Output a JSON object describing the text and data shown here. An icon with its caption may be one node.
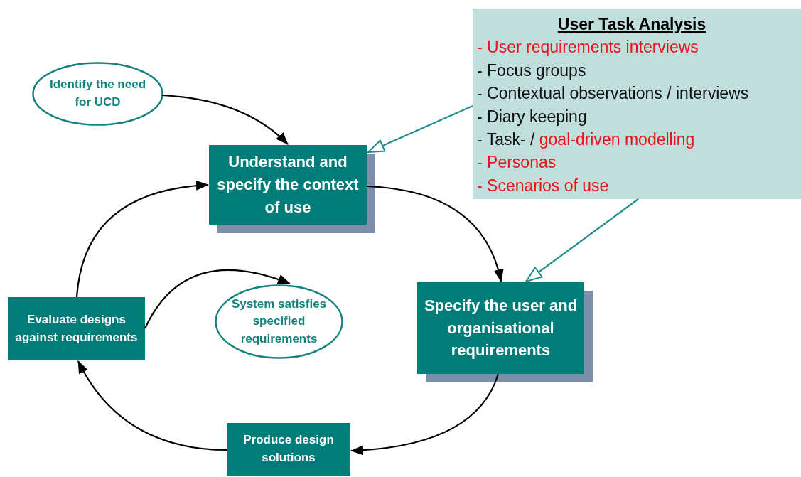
{
  "diagram": {
    "nodes": [
      {
        "text": [
          "User Task Analysis",
          "- User requirements interviews",
          "- Focus groups",
          "- Contextual observations / interviews",
          "- Diary keeping",
          "- Task- /",
          "goal-driven modelling",
          "- Personas",
          "- Scenarios of use"
        ]
      },
      {
        "text": [
          "Identify the need for UCD"
        ]
      },
      {
        "text": [
          "Understand and specify the context of use"
        ]
      },
      {
        "text": [
          "Specify the user and organisational requirements"
        ]
      },
      {
        "text": [
          "Produce design solutions"
        ]
      },
      {
        "text": [
          "Evaluate designs against requirements"
        ]
      },
      {
        "text": [
          "System satisfies specified requirements"
        ]
      }
    ],
    "edges": [
      {
        "from": 1,
        "to": 2,
        "arrow": "to"
      },
      {
        "from": 0,
        "to": 2,
        "arrow": "to",
        "color": "#1f8e8c"
      },
      {
        "from": 2,
        "to": 3,
        "arrow": "to"
      },
      {
        "from": 0,
        "to": 3,
        "arrow": "to",
        "color": "#1f8e8c"
      },
      {
        "from": 3,
        "to": 4,
        "arrow": "to"
      },
      {
        "from": 4,
        "to": 5,
        "arrow": "to"
      },
      {
        "from": 5,
        "to": 2,
        "arrow": "to"
      },
      {
        "from": 5,
        "to": 6,
        "arrow": "to"
      }
    ]
  }
}
